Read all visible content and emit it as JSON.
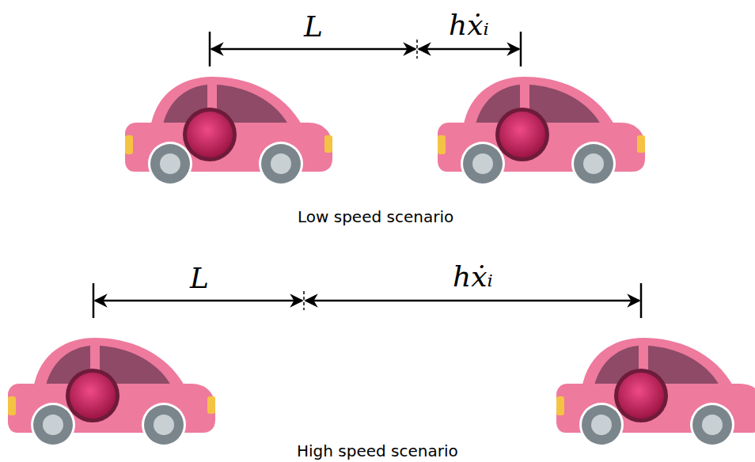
{
  "diagram": {
    "labels": [
      "L",
      "hẋᵢ",
      "Low speed scenario",
      "L",
      "hẋᵢ",
      "High speed scenario"
    ]
  }
}
